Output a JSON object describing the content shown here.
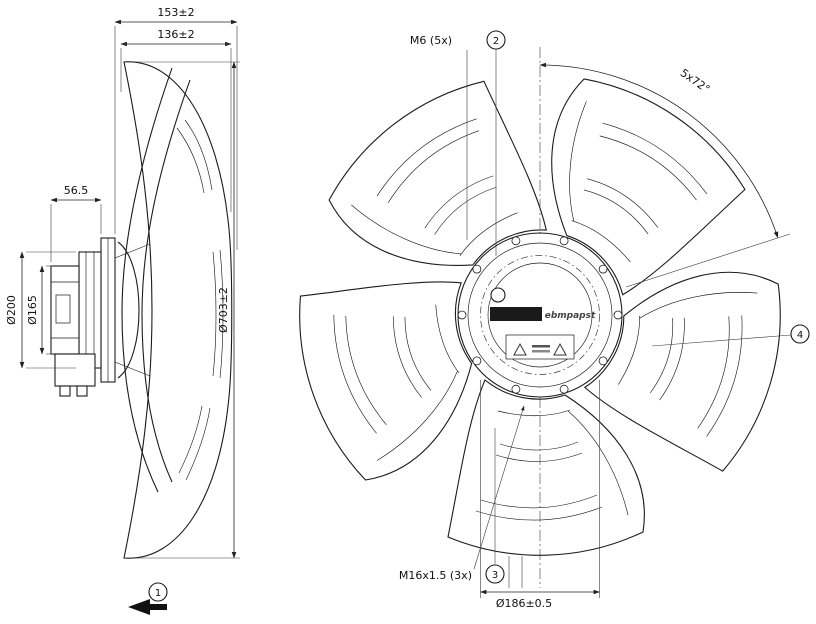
{
  "ink_color": "#1b1b1b",
  "drawing": {
    "side_view": {
      "dim_depth_total": "153±2",
      "dim_depth_blade": "136±2",
      "dim_motor_depth": "56.5",
      "dim_motor_diameter": "Ø200",
      "dim_flange_diameter": "Ø165",
      "dim_fan_diameter": "Ø703±2"
    },
    "front_view": {
      "thread_callout_top": "M6 (5x)",
      "blade_pitch_angle": "5x72°",
      "thread_callout_bottom": "M16x1.5 (3x)",
      "dim_pitch_circle": "Ø186±0.5",
      "hub_logo": "ebmpapst"
    },
    "callouts": {
      "c1": "1",
      "c2": "2",
      "c3": "3",
      "c4": "4"
    }
  }
}
